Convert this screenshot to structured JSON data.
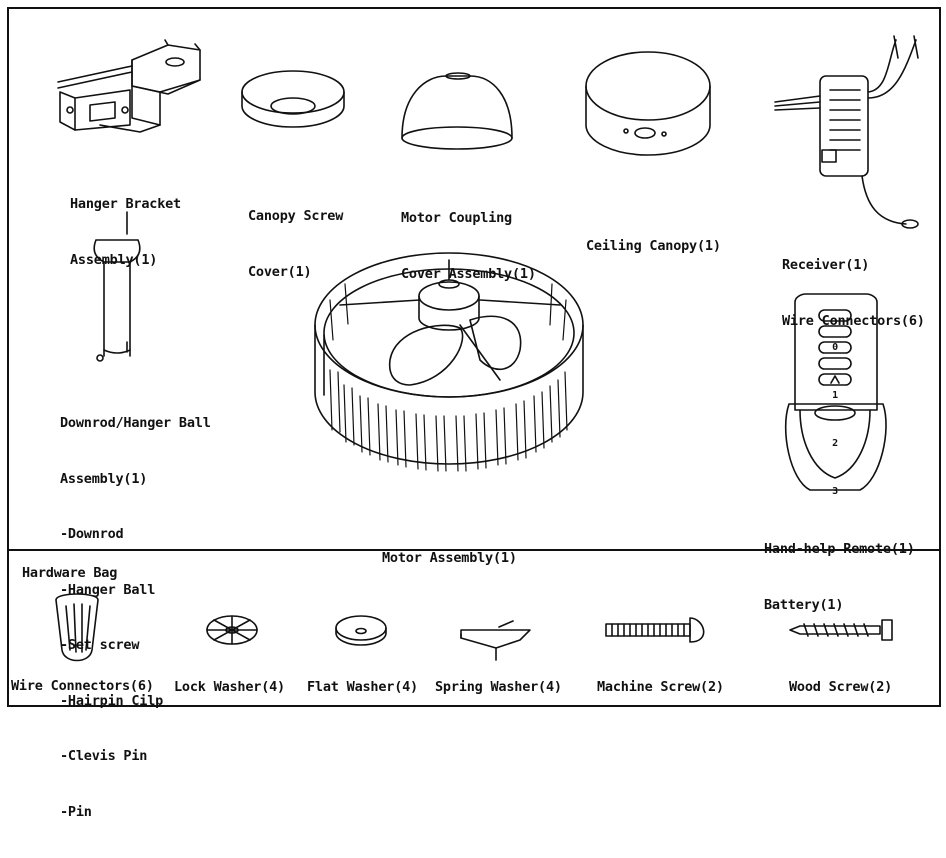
{
  "parts": {
    "hanger_bracket": [
      "Hanger Bracket",
      "Assembly(1)"
    ],
    "canopy_screw_cover": [
      "Canopy Screw",
      "Cover(1)"
    ],
    "motor_coupling_cover": [
      "Motor Coupling",
      "Cover Assembly(1)"
    ],
    "ceiling_canopy": [
      "Ceiling Canopy(1)"
    ],
    "receiver": [
      "Receiver(1)",
      "Wire Connectors(6)"
    ],
    "downrod": [
      "Downrod/Hanger Ball",
      "Assembly(1)",
      "-Downrod",
      "-Hanger Ball",
      "-Set screw",
      "-Hairpin Cilp",
      "-Clevis Pin",
      "-Pin"
    ],
    "motor_assembly": [
      "Motor Assembly(1)"
    ],
    "remote": [
      "Hand-help Remote(1)",
      "Battery(1)"
    ]
  },
  "remote_buttons": [
    "0",
    "1",
    "2",
    "3"
  ],
  "hardware": {
    "title": "Hardware Bag",
    "items": [
      "Wire Connectors(6)",
      "Lock Washer(4)",
      "Flat Washer(4)",
      "Spring Washer(4)",
      "Machine Screw(2)",
      "Wood Screw(2)"
    ]
  }
}
